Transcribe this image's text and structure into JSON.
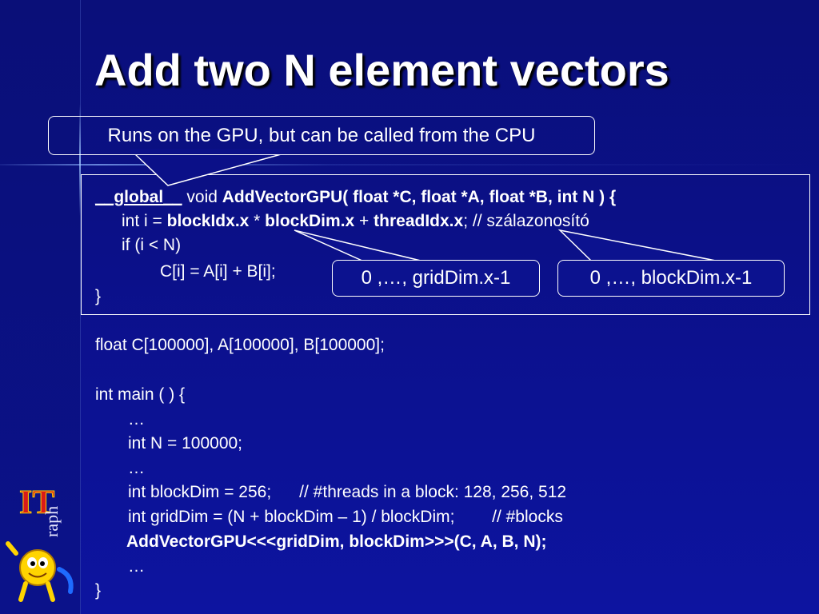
{
  "slide": {
    "title": "Add two N element vectors",
    "callouts": {
      "gpu": "Runs on the GPU, but can be called from the CPU",
      "grid_range": "0 ,…, gridDim.x-1",
      "block_range": "0 ,…, blockDim.x-1"
    },
    "kernel": {
      "global_kw": "__global__",
      "void_kw": " void ",
      "signature": "AddVectorGPU( float *C, float *A, float *B, int N ) {",
      "l2_a": "int i = ",
      "l2_b": "blockIdx.x",
      "l2_c": " * ",
      "l2_d": "blockDim.x",
      "l2_e": " + ",
      "l2_f": "threadIdx.x",
      "l2_g": "; // szálazonosító",
      "l3": "if (i < N)",
      "l4": "C[i] = A[i] + B[i];",
      "l5": "}"
    },
    "host": {
      "decl": "float C[100000], A[100000], B[100000];",
      "main_open": "int main ( ) {",
      "dots1": "…",
      "n_decl": "int N = 100000;",
      "dots2": "…",
      "blockdim": "int blockDim = 256;      // #threads in a block: 128, 256, 512",
      "griddim": "int gridDim = (N + blockDim – 1) / blockDim;        // #blocks",
      "launch": "AddVectorGPU<<<gridDim, blockDim>>>(C, A, B, N);",
      "dots3": "…",
      "main_close": "}"
    },
    "logo_text": "IT raph",
    "colors": {
      "background": "#0b1088",
      "text": "#ffffff",
      "logo_red": "#d81a1a",
      "logo_yellow": "#ffd400"
    }
  }
}
